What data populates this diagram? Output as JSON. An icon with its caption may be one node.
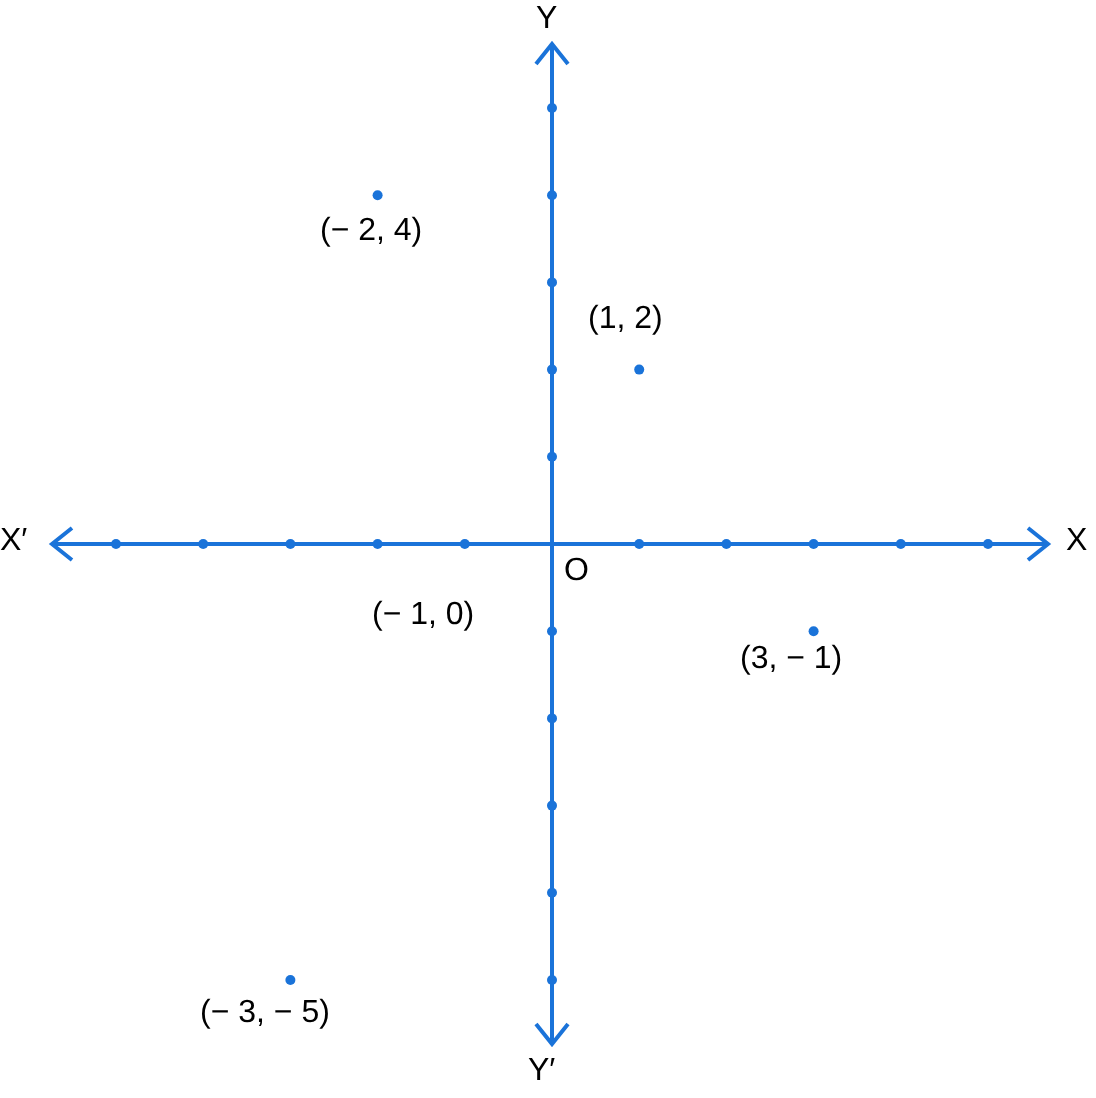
{
  "diagram": {
    "labels": [
      "Y",
      "X′",
      "X",
      "O",
      "Y′",
      "(− 2, 4)",
      "(1, 2)",
      "(− 1, 0)",
      "(3, − 1)",
      "(− 3, − 5)"
    ]
  }
}
